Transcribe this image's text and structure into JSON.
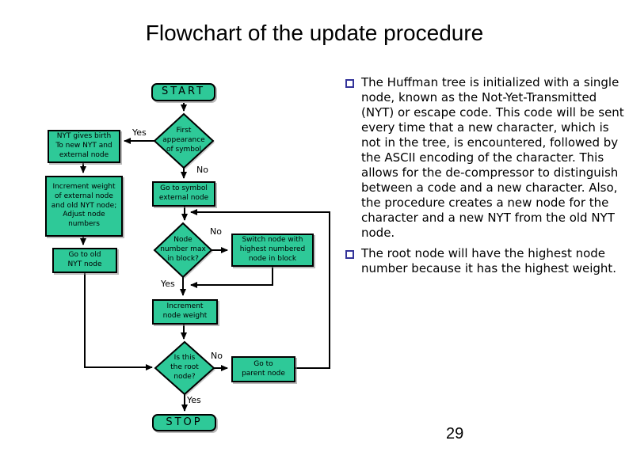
{
  "title": "Flowchart of the update procedure",
  "page_number": "29",
  "flowchart": {
    "nodes": {
      "start": "START",
      "first_appearance": "First\nappearance\nof symbol",
      "nyt_birth": "NYT gives birth\nTo new NYT and\nexternal node",
      "increment_ext": "Increment weight\nof external node\nand old NYT node;\nAdjust node\nnumbers",
      "go_symbol": "Go to symbol\nexternal node",
      "go_old_nyt": "Go to old\nNYT node",
      "node_number_max": "Node\nnumber max\nin block?",
      "switch_node": "Switch node with\nhighest numbered\nnode in block",
      "increment_weight": "Increment\nnode weight",
      "is_root": "Is this\nthe root\nnode?",
      "go_parent": "Go to\nparent node",
      "stop": "STOP"
    },
    "labels": {
      "yes": "Yes",
      "no": "No"
    },
    "colors": {
      "node_fill": "#2ec998",
      "node_border": "#000000",
      "line": "#000000",
      "bullet_square": "#333399"
    }
  },
  "notes": {
    "bullets": [
      {
        "text": "The Huffman tree is initialized with a single node, known as the Not-Yet-Transmitted (NYT) or escape code. This code will be sent every time that a new character, which is not in the tree, is encountered, followed by the ASCII encoding of the character. This allows for the de-compressor to distinguish between a code and a new character. Also, the procedure creates a new node for the character and a new NYT from the old NYT node."
      },
      {
        "text": "The root node will have the highest node number because it has the highest weight."
      }
    ]
  }
}
